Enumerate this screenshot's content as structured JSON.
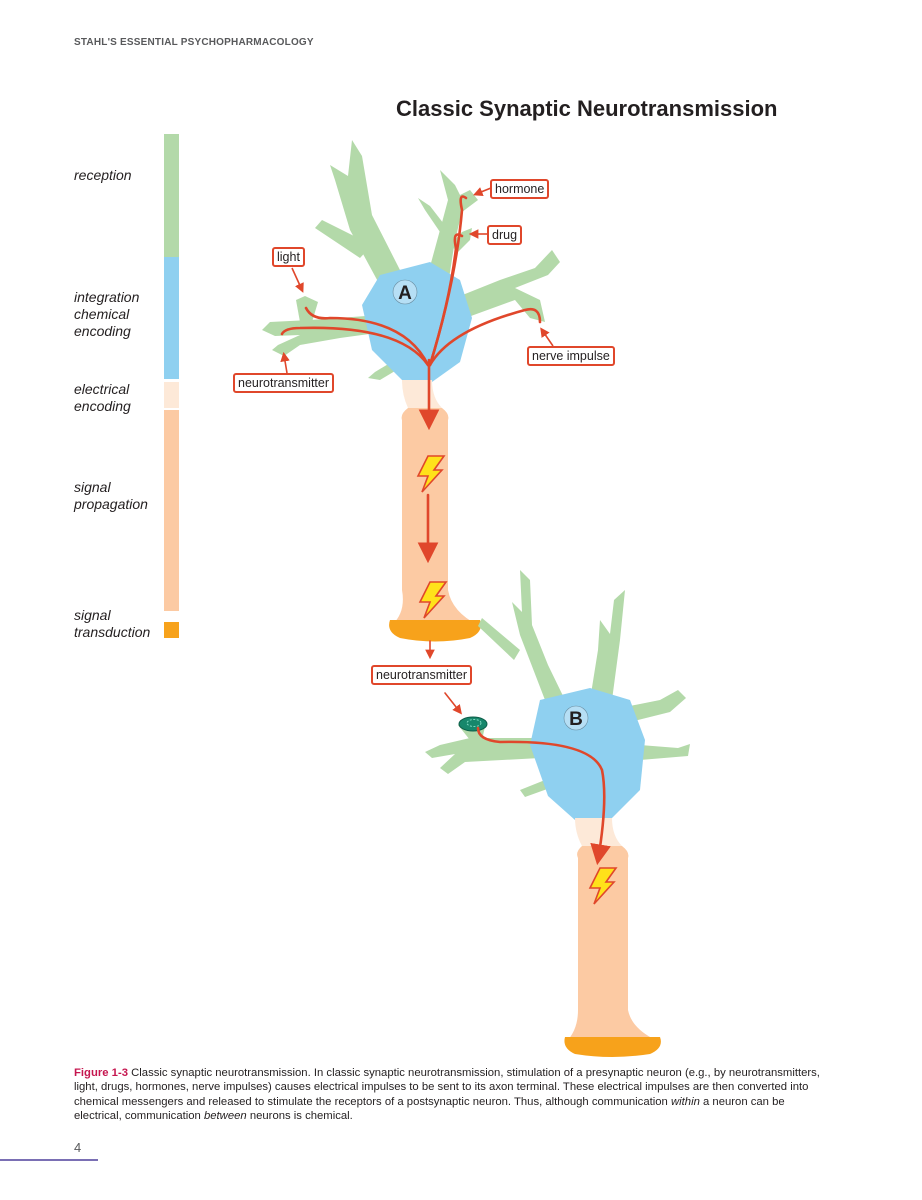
{
  "header": {
    "running_head": "STAHL'S ESSENTIAL PSYCHOPHARMACOLOGY"
  },
  "figure": {
    "title": "Classic Synaptic Neurotransmission",
    "neuron_labels": {
      "presynaptic": "A",
      "postsynaptic": "B"
    },
    "callouts": {
      "hormone": "hormone",
      "drug": "drug",
      "light": "light",
      "nerve_impulse": "nerve impulse",
      "neurotransmitter_in": "neurotransmitter",
      "neurotransmitter_out": "neurotransmitter"
    }
  },
  "legend": {
    "reception": "reception",
    "integration_line1": "integration",
    "integration_line2": "chemical",
    "integration_line3": "encoding",
    "electrical_line1": "electrical",
    "electrical_line2": "encoding",
    "propagation_line1": "signal",
    "propagation_line2": "propagation",
    "transduction_line1": "signal",
    "transduction_line2": "transduction"
  },
  "colors": {
    "dendrite_green": "#b3d9a9",
    "soma_blue": "#8fd0f0",
    "axon_hillock": "#fde9d8",
    "axon_peach": "#fccaa3",
    "terminal_orange": "#f7a21b",
    "arrow_red": "#e0472b",
    "bolt_yellow": "#ffe21a",
    "fignum_magenta": "#c5164f"
  },
  "caption": {
    "fig_number": "Figure 1-3",
    "lead": "Classic synaptic neurotransmission.",
    "part1": "In classic synaptic neurotransmission, stimulation of a presynaptic neuron (e.g., by neurotransmitters, light, drugs, hormones, nerve impulses) causes electrical impulses to be sent to its axon terminal. These electrical impulses are then converted into chemical messengers and released to stimulate the receptors of a postsynaptic neuron. Thus, although communication",
    "within": "within",
    "part2": "a neuron can be electrical, communication",
    "between": "between",
    "part3": "neurons is chemical."
  },
  "page": {
    "number": "4"
  }
}
